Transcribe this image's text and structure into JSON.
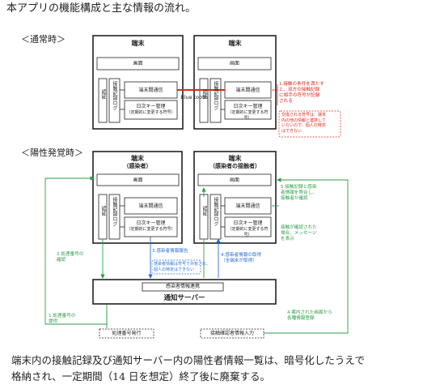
{
  "page_title": "本アプリの機能構成と主な情報の流れ。",
  "sections": {
    "normal": "＜通常時＞",
    "positive": "＜陽性発覚時＞"
  },
  "terminal": {
    "title": "端末",
    "screen": "画面",
    "auth": "認証",
    "contact_log": "接触記録ログ",
    "comm": "端末間通信",
    "key_mgmt": "日次キー管理",
    "key_mgmt_sub": "（定期的に変更する符号）"
  },
  "positive": {
    "left_title": "端末",
    "left_sub": "（感染者）",
    "right_title": "端末",
    "right_sub": "（感染者の接触者）"
  },
  "bluetooth": "Blue tooth",
  "notes": {
    "red_1": [
      "1.接触の条件を満たす",
      "と、双方の接触記録",
      "に相手の符号が記録",
      "される"
    ],
    "red_box": [
      "交換される符号は、端末",
      "内の他の情報と連携して",
      "いないので、個人の特定",
      "はできない"
    ],
    "g5": [
      "5.接触記録と感染",
      "者情報を照合し、",
      "接触者か確認"
    ],
    "g6": [
      "接触が確認された",
      "場合、メッセージ",
      "を表示"
    ],
    "g2": [
      "2.処理番号の",
      "確認"
    ],
    "g1": [
      "1.処理番号の",
      "提供"
    ],
    "g4b": [
      "4.案内された画面から",
      "各種情報登録"
    ],
    "b3": "3.感染者情報報告",
    "b3_box": [
      "感染者情報は符号で共有され、",
      "個人の特定はできない"
    ],
    "b4": [
      "4.感染者情報の取得",
      "（全端末が取得）"
    ]
  },
  "server": {
    "title": "通知サーバー",
    "sub": "感染者情報連携"
  },
  "dashed": {
    "left": "処理番号発行",
    "right": "接触確認者情報入力"
  },
  "bottom_lines": [
    "端末内の接触記録及び通知サーバー内の陽性者情報一覧は、暗号化したうえで",
    "格納され、一定期間（14 日を想定）終了後に廃棄する。"
  ],
  "colors": {
    "red": "#e0261b",
    "green": "#2e9d48",
    "blue": "#2a6fd6",
    "dark": "#222222"
  }
}
